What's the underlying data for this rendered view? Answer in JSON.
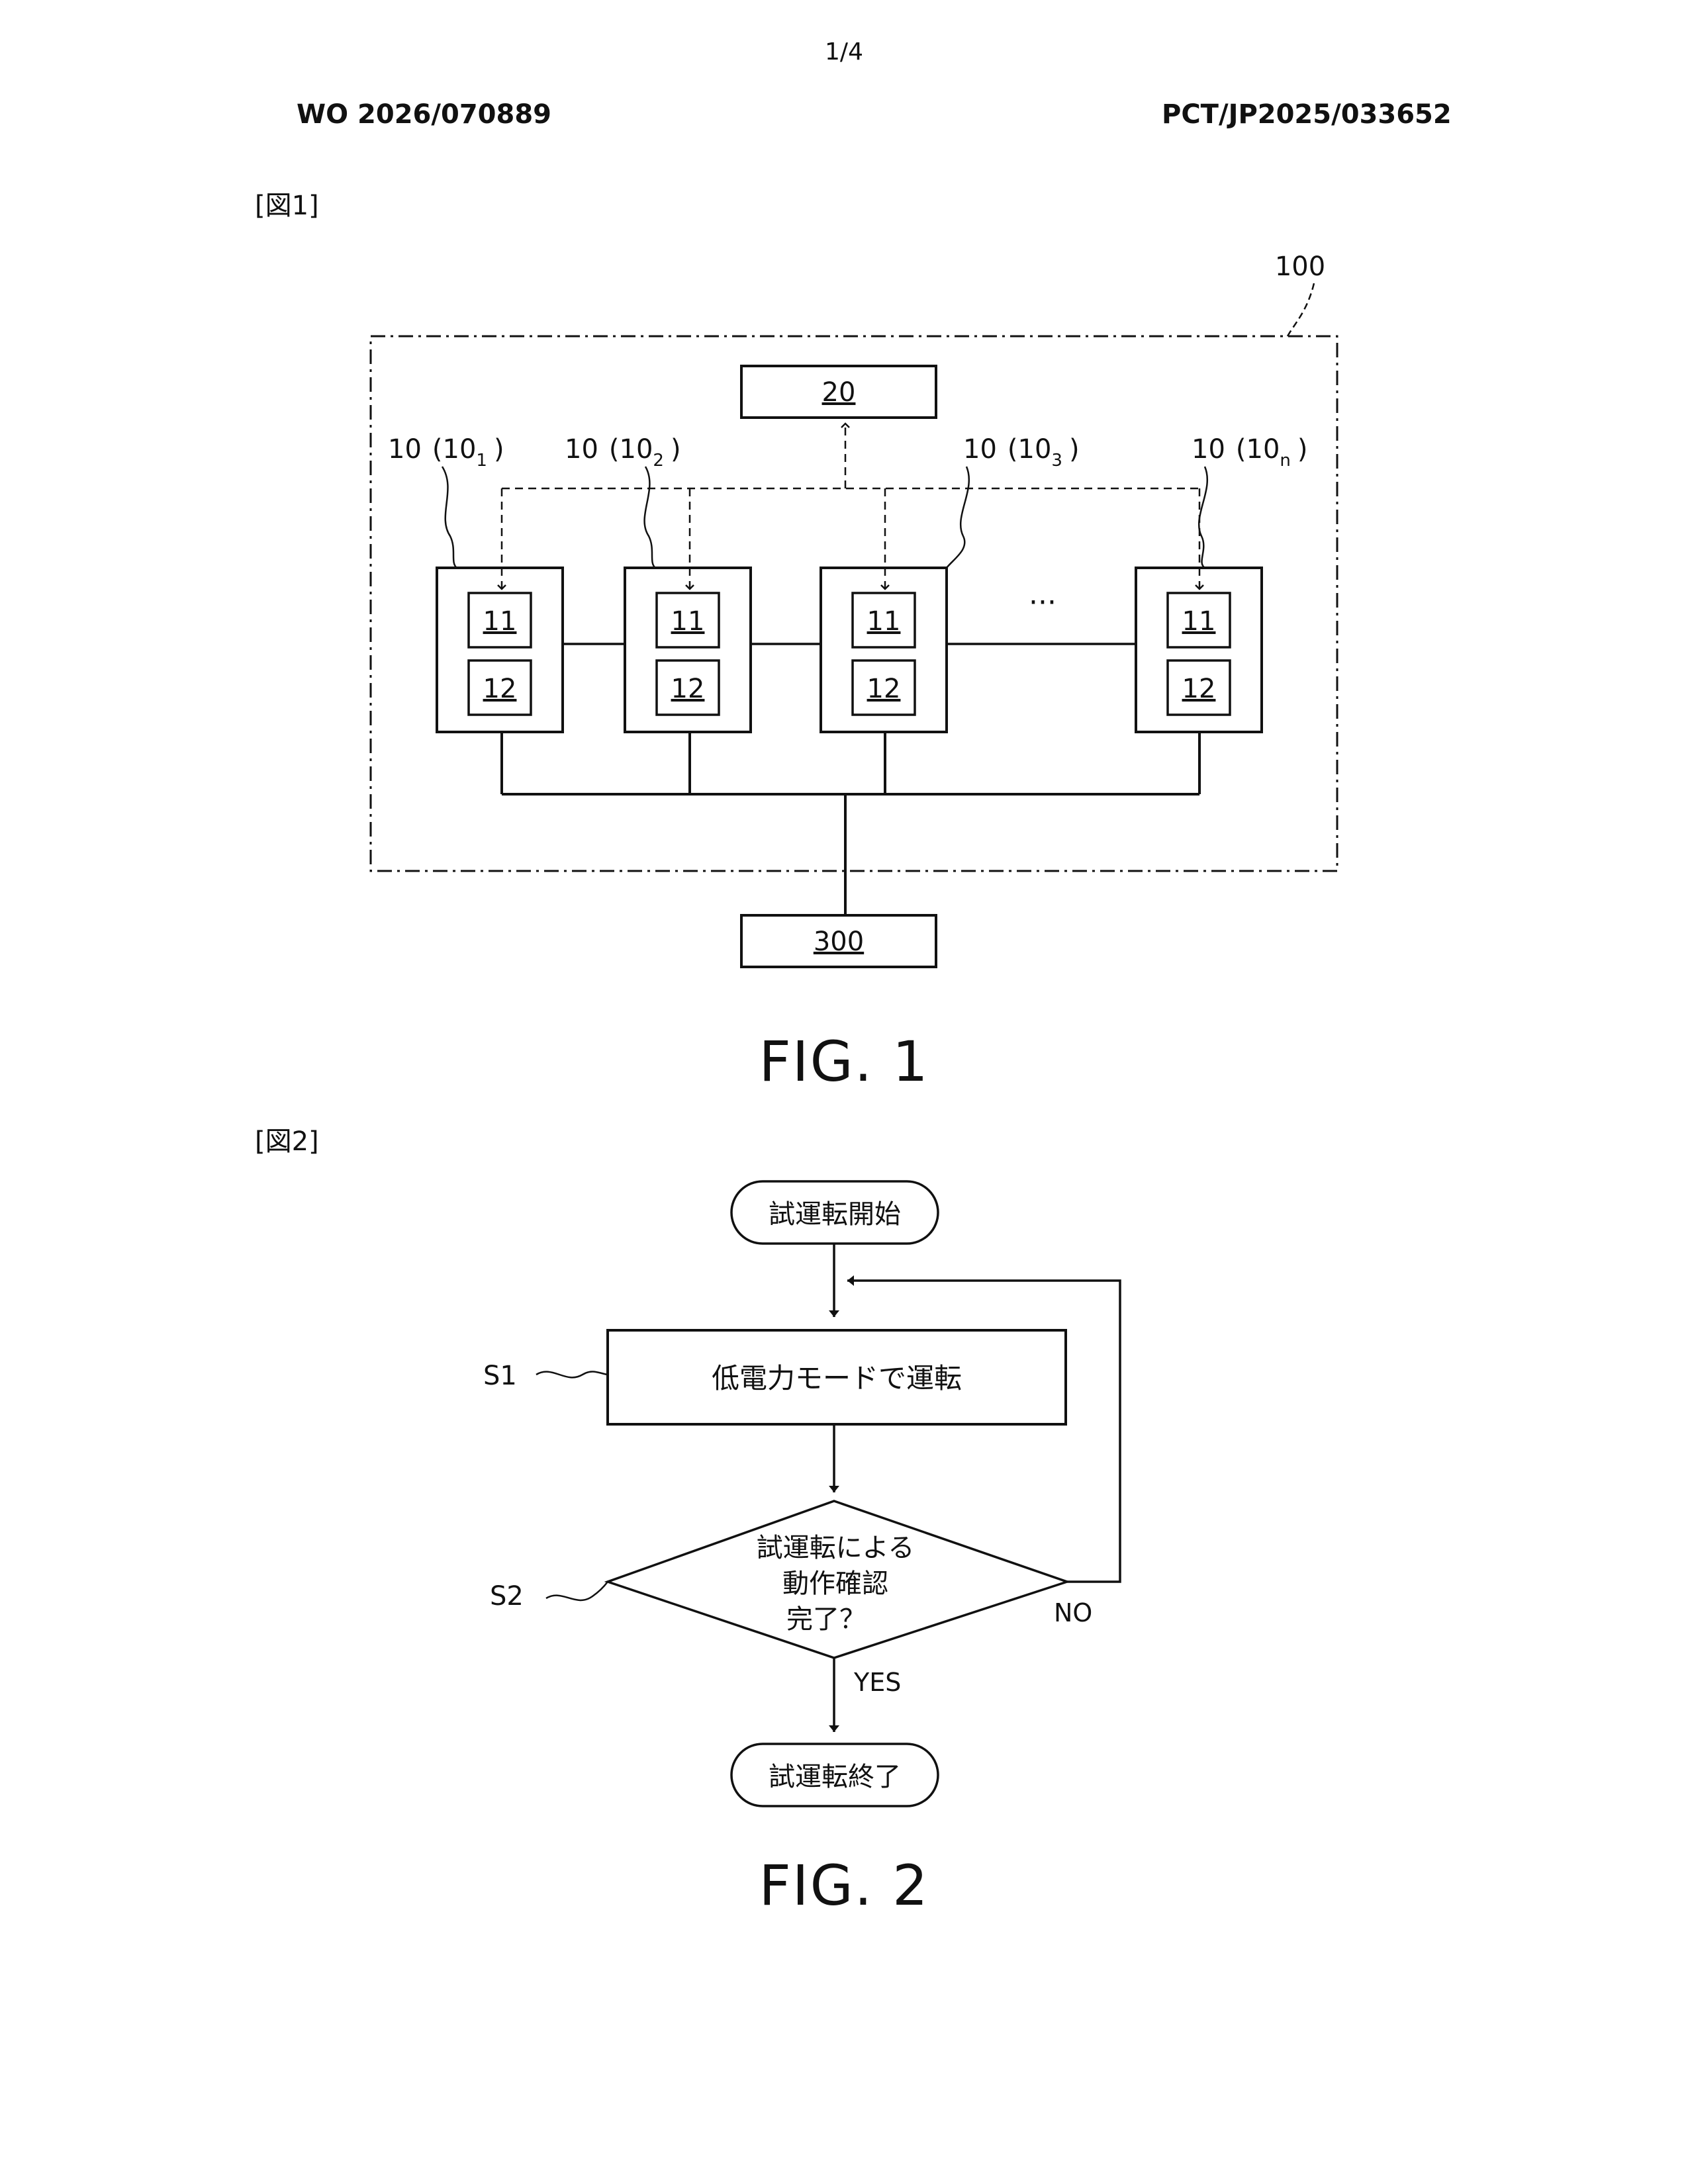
{
  "header": {
    "page_number": "1/4",
    "publication_number": "WO 2026/070889",
    "application_number": "PCT/JP2025/033652"
  },
  "figure1": {
    "tag": "[図1]",
    "title": "FIG. 1",
    "system_ref": "100",
    "controller_ref": "20",
    "external_ref": "300",
    "ellipsis": "···",
    "units": [
      {
        "ref": "10",
        "sub": "1",
        "child_a": "11",
        "child_b": "12"
      },
      {
        "ref": "10",
        "sub": "2",
        "child_a": "11",
        "child_b": "12"
      },
      {
        "ref": "10",
        "sub": "3",
        "child_a": "11",
        "child_b": "12"
      },
      {
        "ref": "10",
        "sub": "n",
        "child_a": "11",
        "child_b": "12"
      }
    ]
  },
  "figure2": {
    "tag": "[図2]",
    "title": "FIG. 2",
    "start": "試運転開始",
    "step_s1_label": "S1",
    "step_s1_text": "低電力モードで運転",
    "step_s2_label": "S2",
    "decision_lines": [
      "試運転による",
      "動作確認",
      "完了？"
    ],
    "no_label": "NO",
    "yes_label": "YES",
    "end": "試運転終了"
  }
}
